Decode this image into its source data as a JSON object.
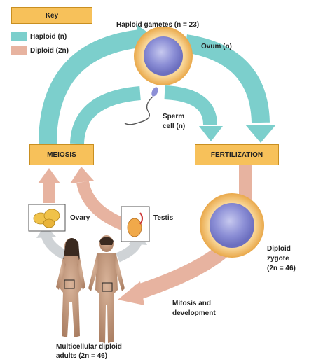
{
  "key": {
    "title": "Key",
    "haploid_label": "Haploid (n)",
    "diploid_label": "Diploid (2n)",
    "haploid_color": "#7ccfcc",
    "diploid_color": "#e7b3a0"
  },
  "labels": {
    "haploid_gametes": "Haploid gametes (n = 23)",
    "ovum": "Ovum (n)",
    "sperm_line1": "Sperm",
    "sperm_line2": "cell (n)",
    "meiosis": "MEIOSIS",
    "fertilization": "FERTILIZATION",
    "ovary": "Ovary",
    "testis": "Testis",
    "zygote_line1": "Diploid",
    "zygote_line2": "zygote",
    "zygote_line3": "(2n = 46)",
    "mitosis_line1": "Mitosis and",
    "mitosis_line2": "development",
    "adults_line1": "Multicellular diploid",
    "adults_line2": "adults (2n = 46)"
  }
}
